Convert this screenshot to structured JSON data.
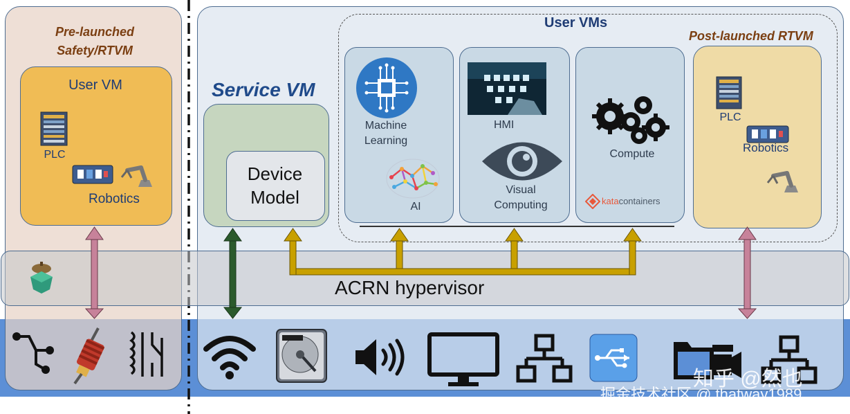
{
  "prelaunched": {
    "title_line1": "Pre-launched",
    "title_line2": "Safety/RTVM",
    "user_vm": "User VM",
    "plc": "PLC",
    "robotics": "Robotics"
  },
  "service_vm": {
    "title": "Service VM",
    "device_model_line1": "Device",
    "device_model_line2": "Model"
  },
  "user_vms": {
    "title": "User VMs",
    "ml_line1": "Machine",
    "ml_line2": "Learning",
    "ai": "AI",
    "hmi": "HMI",
    "visual_line1": "Visual",
    "visual_line2": "Computing",
    "compute": "Compute",
    "kata_part1": "kata",
    "kata_part2": "containers"
  },
  "postlaunched": {
    "title": "Post-launched RTVM",
    "plc": "PLC",
    "robotics": "Robotics"
  },
  "hypervisor": {
    "label": "ACRN hypervisor"
  },
  "watermark": {
    "line1": "知乎 @然也",
    "line2": "掘金技术社区 @ thatway1989"
  },
  "colors": {
    "prelaunched_bg": "#eddcd2",
    "uservm_orange": "#f0bc55",
    "service_green": "#c6d6bf",
    "panel_blue": "#e3e9f1",
    "card_blue": "#c9d9e5",
    "post_yellow": "#efdba6",
    "hw_blue": "#5c8fd6",
    "arrow_gold": "#c8a000",
    "arrow_green": "#2b5a2c",
    "arrow_pink": "#c7829a",
    "title_brown": "#7b3f12",
    "title_blue": "#1f3c74"
  }
}
